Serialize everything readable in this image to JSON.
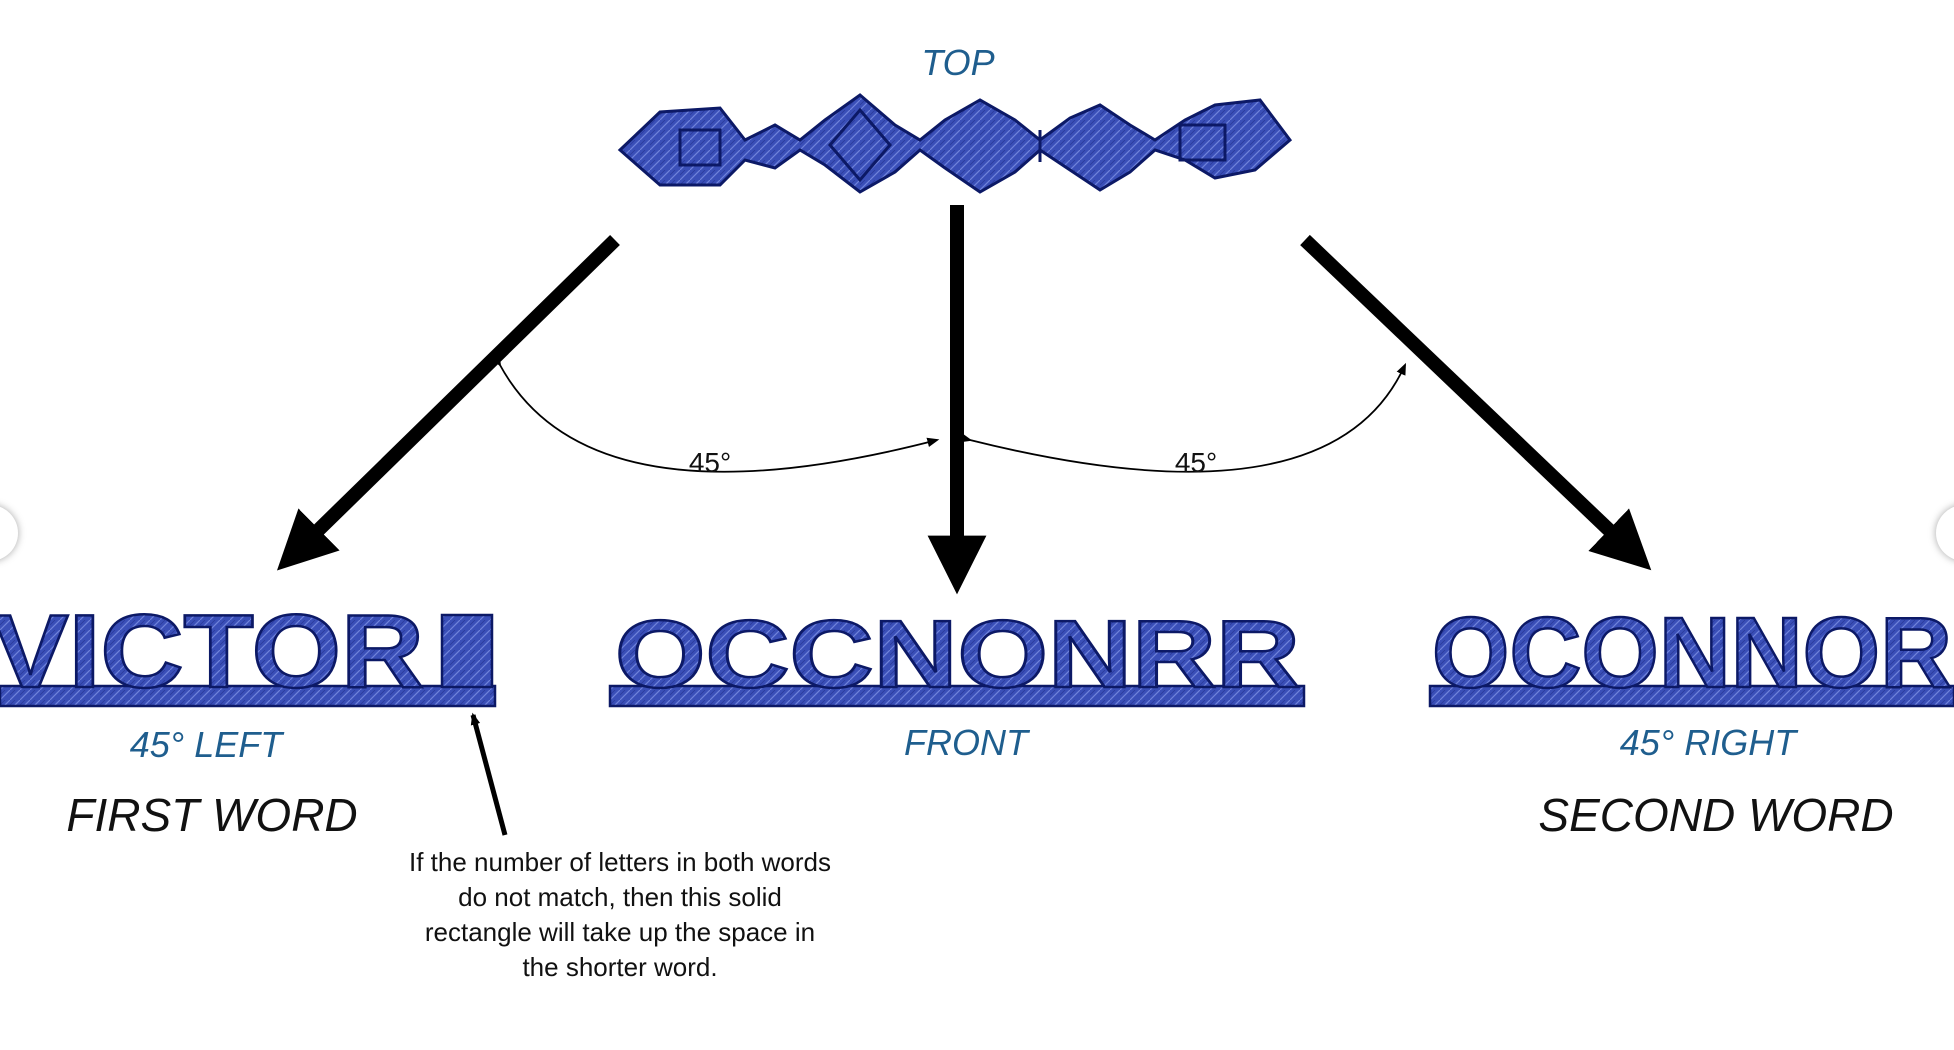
{
  "views": {
    "top": "TOP",
    "left": "45° LEFT",
    "front": "FRONT",
    "right": "45° RIGHT"
  },
  "words": {
    "first_label": "FIRST WORD",
    "second_label": "SECOND WORD",
    "first_word": "VICTOR",
    "second_word": "OCONNOR",
    "front_blend": "OCCNONRR"
  },
  "angles": {
    "left": "45°",
    "right": "45°"
  },
  "note": "If the number of letters in both words do not match, then this solid rectangle will take up the space in the shorter word.",
  "colors": {
    "text_blue": "#1f5e8e",
    "sculpture_blue": "#3a4fb8",
    "sculpture_dark": "#0c1966"
  }
}
